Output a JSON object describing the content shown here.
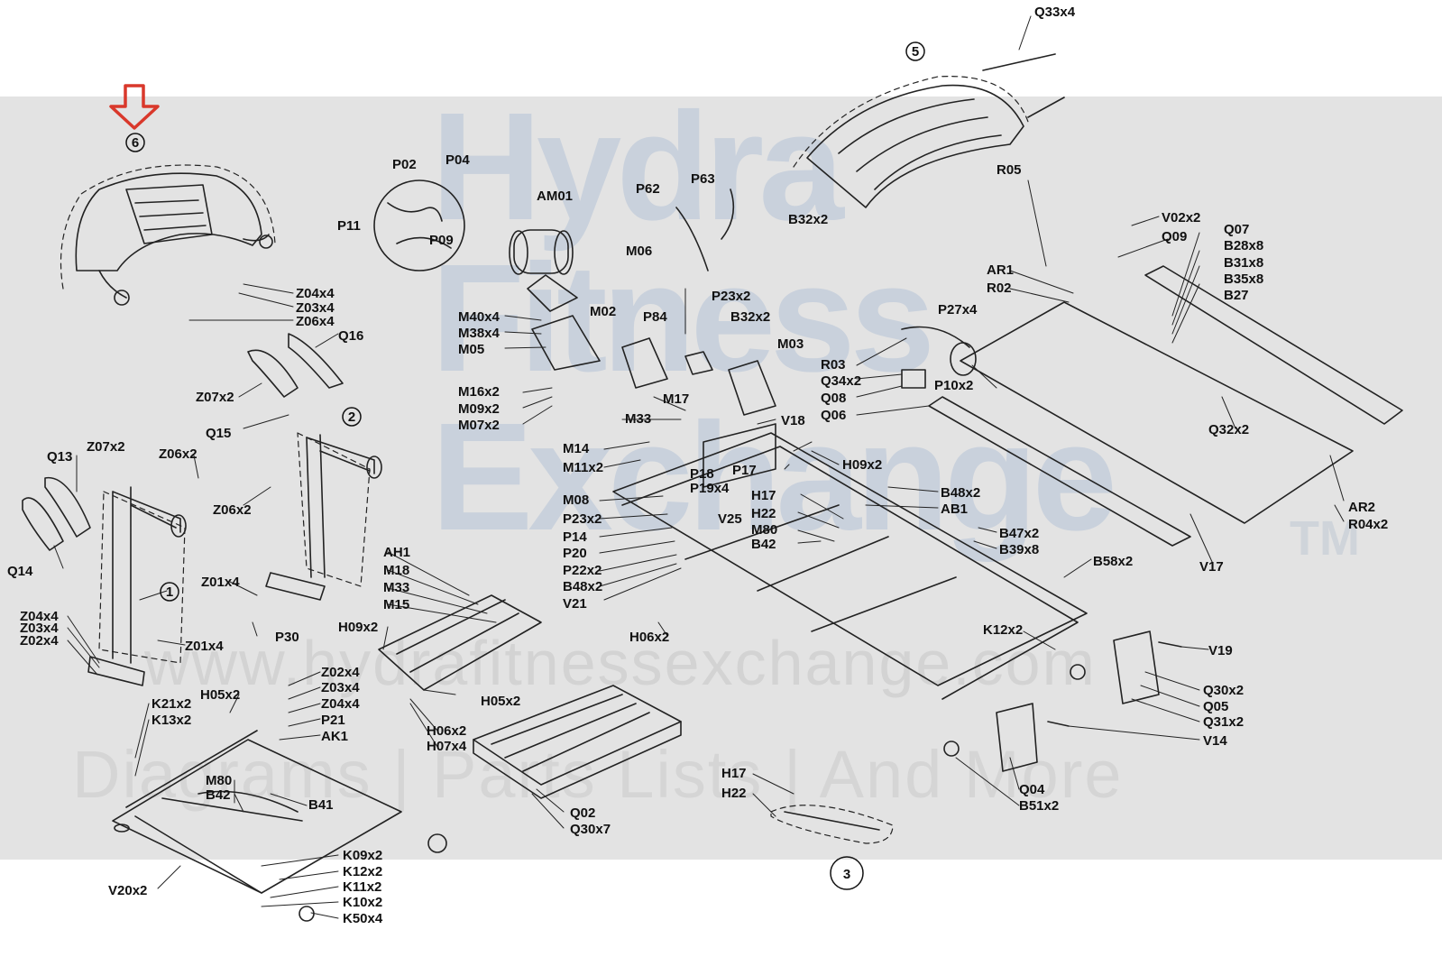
{
  "watermark": {
    "line1": "Hydra",
    "line2": "Fitness",
    "line3": "Exchange",
    "trademark": "TM",
    "url": "www.hydrafitnessexchange.com",
    "tagline": "Diagrams | Parts Lists | And More"
  },
  "highlight_color": "#d9382b",
  "assembly_numbers": [
    "1",
    "2",
    "3",
    "5",
    "6"
  ],
  "labels": {
    "q33x4": "Q33x4",
    "p02": "P02",
    "p04": "P04",
    "p11": "P11",
    "p09": "P09",
    "am01": "AM01",
    "p62": "P62",
    "p63": "P63",
    "m06": "M06",
    "b32x2": "B32x2",
    "r05": "R05",
    "v02x2": "V02x2",
    "q09": "Q09",
    "q07": "Q07",
    "b28x8": "B28x8",
    "b31x8": "B31x8",
    "b35x8": "B35x8",
    "b27": "B27",
    "ar1": "AR1",
    "r02": "R02",
    "z04x4_top": "Z04x4",
    "z03x4_top": "Z03x4",
    "z06x4_top": "Z06x4",
    "q16": "Q16",
    "z07x2_a": "Z07x2",
    "q15": "Q15",
    "m40x4": "M40x4",
    "m38x4": "M38x4",
    "m05": "M05",
    "m02": "M02",
    "p84": "P84",
    "p23x2_top": "P23x2",
    "b32x2_b": "B32x2",
    "m03": "M03",
    "p27x4": "P27x4",
    "r03": "R03",
    "q34x2": "Q34x2",
    "q08": "Q08",
    "q06": "Q06",
    "p10x2": "P10x2",
    "m16x2": "M16x2",
    "m09x2": "M09x2",
    "m07x2": "M07x2",
    "m17": "M17",
    "m33_a": "M33",
    "v18": "V18",
    "q32x2": "Q32x2",
    "z07x2_b": "Z07x2",
    "z06x2_a": "Z06x2",
    "q13": "Q13",
    "z06x2_b": "Z06x2",
    "m14": "M14",
    "m11x2": "M11x2",
    "p18": "P18",
    "p19x4": "P19x4",
    "p17": "P17",
    "h09x2_a": "H09x2",
    "m08": "M08",
    "p23x2_b": "P23x2",
    "p14": "P14",
    "p20": "P20",
    "p22x2": "P22x2",
    "b48x2_a": "B48x2",
    "v21": "V21",
    "v25": "V25",
    "h17_a": "H17",
    "h22_a": "H22",
    "m80_a": "M80",
    "b42_a": "B42",
    "b48x2_b": "B48x2",
    "ab1": "AB1",
    "b47x2": "B47x2",
    "b39x8": "B39x8",
    "b58x2": "B58x2",
    "ar2": "AR2",
    "r04x2": "R04x2",
    "v17": "V17",
    "q14": "Q14",
    "z01x4_a": "Z01x4",
    "z04x4_b": "Z04x4",
    "z03x4_b": "Z03x4",
    "z02x4_a": "Z02x4",
    "z01x4_b": "Z01x4",
    "ah1": "AH1",
    "m18": "M18",
    "m33_b": "M33",
    "m15": "M15",
    "h09x2_b": "H09x2",
    "p30": "P30",
    "h06x2_a": "H06x2",
    "k12x2_a": "K12x2",
    "v19": "V19",
    "q30x2": "Q30x2",
    "q05": "Q05",
    "q31x2": "Q31x2",
    "v14": "V14",
    "z02x4_b": "Z02x4",
    "z03x4_c": "Z03x4",
    "z04x4_c": "Z04x4",
    "h05x2_a": "H05x2",
    "p21": "P21",
    "ak1": "AK1",
    "h05x2_b": "H05x2",
    "h06x2_b": "H06x2",
    "h07x4": "H07x4",
    "k21x2": "K21x2",
    "k13x2": "K13x2",
    "m80_b": "M80",
    "b42_b": "B42",
    "b41": "B41",
    "q02": "Q02",
    "q30x7": "Q30x7",
    "h17_b": "H17",
    "h22_b": "H22",
    "q04": "Q04",
    "b51x2": "B51x2",
    "v20x2": "V20x2",
    "k09x2": "K09x2",
    "k12x2_b": "K12x2",
    "k11x2": "K11x2",
    "k10x2": "K10x2",
    "k50x4": "K50x4"
  }
}
